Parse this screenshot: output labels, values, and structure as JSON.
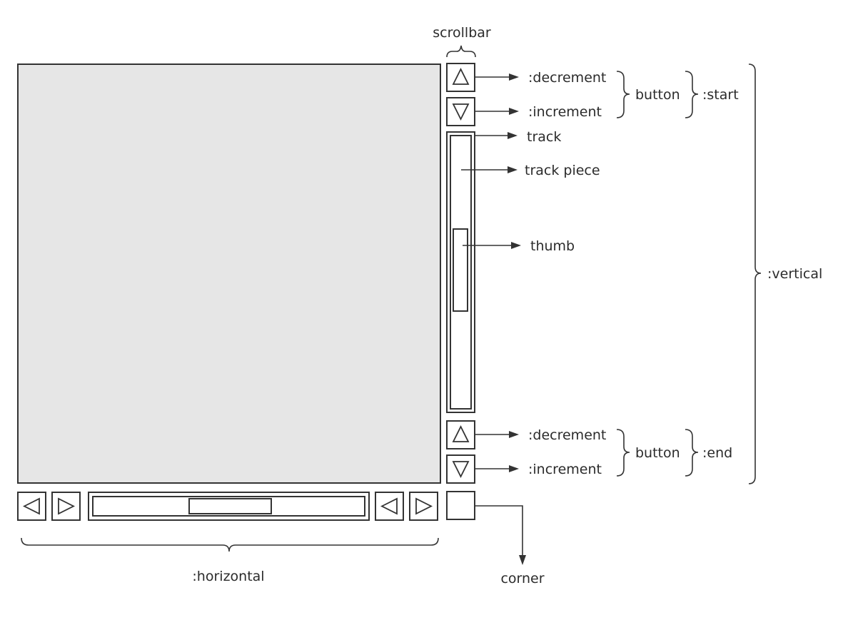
{
  "labels": {
    "scrollbar": "scrollbar",
    "decrement_top": ":decrement",
    "increment_top": ":increment",
    "button_top": "button",
    "start": ":start",
    "track": "track",
    "track_piece": "track piece",
    "thumb": "thumb",
    "vertical": ":vertical",
    "decrement_bottom": ":decrement",
    "increment_bottom": ":increment",
    "button_bottom": "button",
    "end": ":end",
    "horizontal": ":horizontal",
    "corner": "corner"
  },
  "colors": {
    "content_fill": "#e6e6e6",
    "stroke": "#333333",
    "text": "#2b2b2b"
  },
  "icons": {
    "up": "triangle-up-icon",
    "down": "triangle-down-icon",
    "left": "triangle-left-icon",
    "right": "triangle-right-icon"
  }
}
